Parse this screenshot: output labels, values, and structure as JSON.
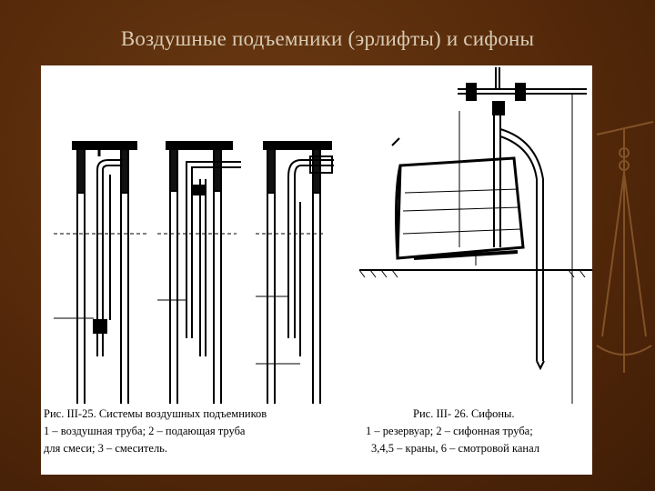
{
  "slide": {
    "title": "Воздушные подъемники (эрлифты) и сифоны"
  },
  "captions": {
    "fig25": {
      "line1": "Рис. III-25. Системы воздушных подъемников",
      "line2": "1 – воздушная труба; 2 – подающая труба",
      "line3": "для смеси; 3 – смеситель."
    },
    "fig26": {
      "line1": "Рис. III- 26. Сифоны.",
      "line2": "1 – резервуар; 2 – сифонная труба;",
      "line3": "3,4,5 – краны, 6 – смотровой канал"
    }
  }
}
